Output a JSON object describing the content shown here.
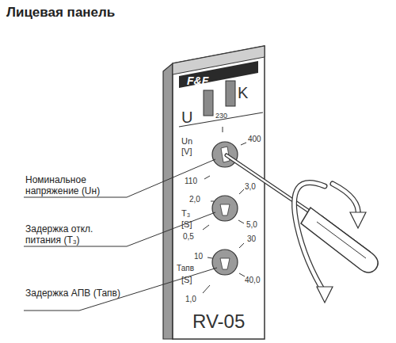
{
  "diagram": {
    "title": "Лицевая панель",
    "labels": [
      "U",
      "K",
      "230",
      "Un",
      "[V]",
      "400",
      "110",
      "2,0",
      "3,0",
      "Т₃",
      "[S]",
      "5,0",
      "0,5",
      "10",
      "30",
      "Тапв",
      "[S]",
      "40,0",
      "1,0",
      "RV-05",
      "Номинальное напряжение (Uн)",
      "Задержка откл. питания (Т₃)",
      "Задержка АПВ (Тапв)",
      "F&F"
    ]
  }
}
